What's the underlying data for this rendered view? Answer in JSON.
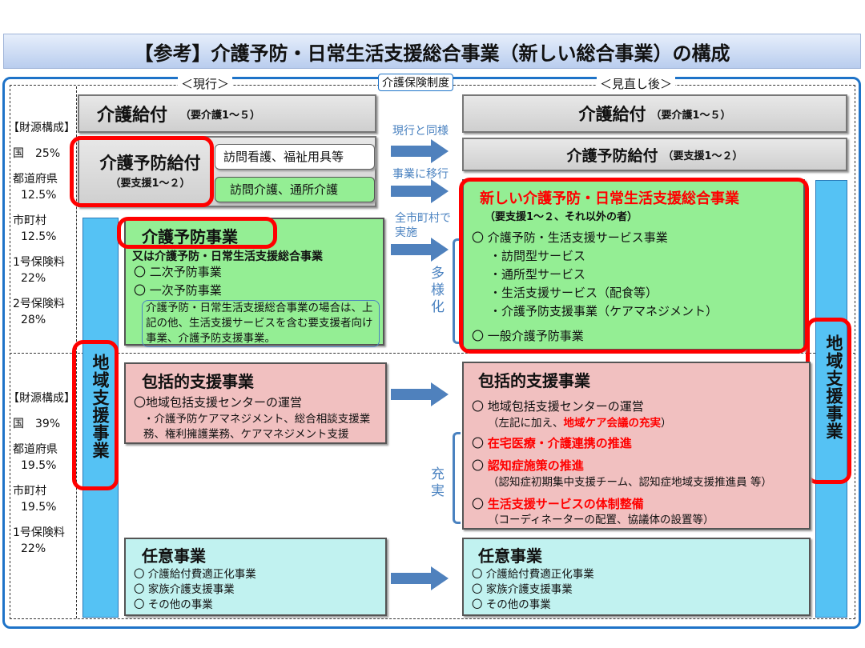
{
  "title": "【参考】介護予防・日常生活支援総合事業（新しい総合事業）の構成",
  "labels": {
    "current": "＜現行＞",
    "system": "介護保険制度",
    "revised": "＜見直し後＞"
  },
  "funding_top": {
    "heading": "【財源構成】",
    "rows": [
      "国　25%",
      "都道府県",
      "12.5%",
      "市町村",
      "12.5%",
      "1号保険料",
      "22%",
      "2号保険料",
      "28%"
    ]
  },
  "funding_bottom": {
    "heading": "【財源構成】",
    "rows": [
      "国　39%",
      "都道府県",
      "19.5%",
      "市町村",
      "19.5%",
      "1号保険料",
      "22%"
    ]
  },
  "current": {
    "care_benefit": {
      "title": "介護給付",
      "sub": "（要介護1～５）"
    },
    "prevention_benefit": {
      "title": "介護予防給付",
      "sub": "（要支援1～２）",
      "item1": "訪問看護、福祉用具等",
      "item2": "訪問介護、通所介護"
    },
    "regional_support": "地域支援事業",
    "prevention_project": {
      "title": "介護予防事業",
      "subtitle": "又は介護予防・日常生活支援総合事業",
      "items": [
        "〇 二次予防事業",
        "〇 一次予防事業"
      ],
      "note": "介護予防・日常生活支援総合事業の場合は、上記の他、生活支援サービスを含む要支援者向け事業、介護予防支援事業。"
    },
    "comprehensive": {
      "title": "包括的支援事業",
      "item": "〇地域包括支援センターの運営",
      "detail": "・介護予防ケアマネジメント、総合相談支援業務、権利擁護業務、ケアマネジメント支援"
    },
    "optional": {
      "title": "任意事業",
      "items": [
        "〇 介護給付費適正化事業",
        "〇 家族介護支援事業",
        "〇 その他の事業"
      ]
    }
  },
  "transitions": {
    "same": "現行と同様",
    "move": "事業に移行",
    "all": "全市町村で実施",
    "diversify": "多様化",
    "enhance": "充実"
  },
  "revised": {
    "care_benefit": {
      "title": "介護給付",
      "sub": "（要介護1～５）"
    },
    "prevention_benefit": {
      "title": "介護予防給付",
      "sub": "（要支援1～２）"
    },
    "new_project": {
      "title": "新しい介護予防・日常生活支援総合事業",
      "sub": "（要支援1～２、それ以外の者）",
      "main": "〇 介護予防・生活支援サービス事業",
      "items": [
        "・訪問型サービス",
        "・通所型サービス",
        "・生活支援サービス（配食等）",
        "・介護予防支援事業（ケアマネジメント）"
      ],
      "general": "〇 一般介護予防事業"
    },
    "regional_support": "地域支援事業",
    "comprehensive": {
      "title": "包括的支援事業",
      "item1": "〇 地域包括支援センターの運営",
      "item1_note_pre": "（左記に加え、",
      "item1_note_red": "地域ケア会議の充実",
      "item1_note_post": "）",
      "item2": "在宅医療・介護連携の推進",
      "item3": "認知症施策の推進",
      "item3_note": "（認知症初期集中支援チーム、認知症地域支援推進員 等）",
      "item4": "生活支援サービスの体制整備",
      "item4_note": "（コーディネーターの配置、協議体の設置等）",
      "bullet": "〇"
    },
    "optional": {
      "title": "任意事業",
      "items": [
        "〇 介護給付費適正化事業",
        "〇 家族介護支援事業",
        "〇 その他の事業"
      ]
    }
  }
}
